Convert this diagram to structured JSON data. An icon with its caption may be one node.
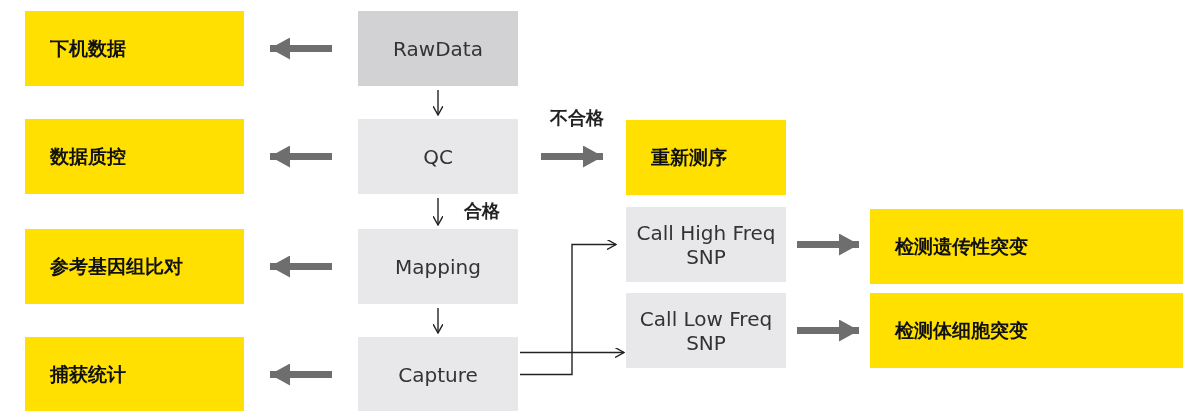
{
  "diagram": {
    "nodes": [
      {
        "text": [
          "下机数据"
        ]
      },
      {
        "text": [
          "RawData"
        ]
      },
      {
        "text": [
          "数据质控"
        ]
      },
      {
        "text": [
          "QC"
        ]
      },
      {
        "text": [
          "重新测序"
        ]
      },
      {
        "text": [
          "参考基因组比对"
        ]
      },
      {
        "text": [
          "Mapping"
        ]
      },
      {
        "text": [
          "Call High Freq SNP"
        ]
      },
      {
        "text": [
          "检测遗传性突变"
        ]
      },
      {
        "text": [
          "捕获统计"
        ]
      },
      {
        "text": [
          "Capture"
        ]
      },
      {
        "text": [
          "Call Low Freq SNP"
        ]
      },
      {
        "text": [
          "检测体细胞突变"
        ]
      }
    ],
    "edges": [
      {
        "from": 1,
        "to": 0,
        "arrow": "to"
      },
      {
        "from": 1,
        "to": 3,
        "arrow": "to",
        "color": "#222222"
      },
      {
        "from": 3,
        "to": 2,
        "arrow": "to"
      },
      {
        "from": 3,
        "to": 4,
        "arrow": "to",
        "label": "不合格"
      },
      {
        "from": 3,
        "to": 6,
        "arrow": "to",
        "label": "合格",
        "color": "#222222"
      },
      {
        "from": 6,
        "to": 5,
        "arrow": "to"
      },
      {
        "from": 6,
        "to": 10,
        "arrow": "to",
        "color": "#222222"
      },
      {
        "from": 10,
        "to": 9,
        "arrow": "to"
      },
      {
        "from": 10,
        "to": 7,
        "arrow": "to",
        "color": "#222222"
      },
      {
        "from": 10,
        "to": 11,
        "arrow": "to",
        "color": "#222222"
      },
      {
        "from": 7,
        "to": 8,
        "arrow": "to"
      },
      {
        "from": 11,
        "to": 12,
        "arrow": "to"
      }
    ]
  }
}
